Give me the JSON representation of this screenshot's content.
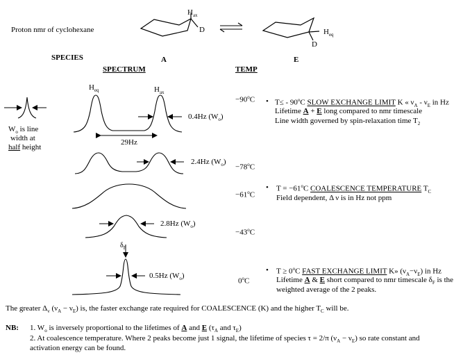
{
  "header": {
    "title": "Proton nmr of cyclohexane",
    "conformer_a_label": "A",
    "conformer_e_label": "E",
    "h_ax_label": "H",
    "h_ax_sub": "ax",
    "h_eq_label": "H",
    "h_eq_sub": "eq",
    "d_label": "D"
  },
  "columns": {
    "species": "SPECIES",
    "spectrum": "SPECTRUM",
    "temp": "TEMP"
  },
  "linewidth_note": {
    "line1_pre": "W",
    "line1_sub": "o",
    "line1_post": " is line",
    "line2": "width at",
    "line3_u": "half",
    "line3_post": " height"
  },
  "spectra": [
    {
      "temp": "−90",
      "temp_unit": "o",
      "temp_c": "C",
      "peak_label_left": "H",
      "peak_label_left_sub": "eq",
      "peak_label_right": "H",
      "peak_label_right_sub": "ax",
      "width_value": "0.4Hz (W",
      "width_sub": "o",
      "width_close": ")",
      "separation": "29Hz",
      "bullet": "•",
      "line1_pre": "T≤ - 90",
      "line1_sup": "o",
      "line1_c": "C ",
      "line1_u": "SLOW EXCHANGE LIMIT",
      "line1_post": "  K « ν",
      "line1_sub_a": "A",
      "line1_mid": " - ν",
      "line1_sub_b": "E",
      "line1_end": " in Hz",
      "line2_pre": "Lifetime ",
      "line2_a": "A",
      "line2_mid": " + ",
      "line2_e": "E",
      "line2_post": " long compared to nmr timescale",
      "line3": "Line width governed by spin-relaxation time T",
      "line3_sub": "2"
    },
    {
      "temp": "−78",
      "temp_unit": "o",
      "temp_c": "C",
      "width_value": "2.4Hz (W",
      "width_sub": "o",
      "width_close": ")"
    },
    {
      "temp": "−61",
      "temp_unit": "o",
      "temp_c": "C",
      "bullet": "•",
      "line1_pre": "T = −61",
      "line1_sup": "o",
      "line1_c": "C ",
      "line1_u": "COALESCENCE TEMPERATURE",
      "line1_post": " T",
      "line1_sub": "C",
      "line2": "Field dependent, Δ ν is in Hz not ppm"
    },
    {
      "temp": "−43",
      "temp_unit": "o",
      "temp_c": "C",
      "width_value": "2.8Hz (W",
      "width_sub": "o",
      "width_close": ")"
    },
    {
      "temp": "0",
      "temp_unit": "o",
      "temp_c": "C",
      "peak_label": "δ",
      "peak_label_sub": "F",
      "width_value": "0.5Hz (W",
      "width_sub": "o",
      "width_close": ")",
      "bullet": "•",
      "line1_pre": "T ≥ 0",
      "line1_sup": "o",
      "line1_c": "C ",
      "line1_u": "FAST EXCHANGE LIMIT",
      "line1_post": " K» (ν",
      "line1_sub_a": "A",
      "line1_mid": "−ν",
      "line1_sub_b": "E",
      "line1_end": ") in Hz",
      "line2_pre": "Lifetime ",
      "line2_a": "A",
      "line2_amp": " & ",
      "line2_e": "E",
      "line2_post": " short compared to nmr timescale δ",
      "line2_sub": "F",
      "line2_end": " is the",
      "line3": "weighted average of the 2 peaks."
    }
  ],
  "summary": {
    "pre": "The greater Δ",
    "sub1": "v",
    "mid1": " (ν",
    "sub2": "A",
    "mid2": " − ν",
    "sub3": "E",
    "post": ") is, the faster exchange rate required for COALESCENCE (K) and the higher T",
    "sub4": "C",
    "end": " will be."
  },
  "notes": {
    "label": "NB:",
    "n1_pre": "1.  W",
    "n1_sub": "o",
    "n1_mid": " is inversely proportional to the lifetimes of ",
    "n1_a": "A",
    "n1_and": " and ",
    "n1_e": "E",
    "n1_paren": " (τ",
    "n1_sub_a": "A",
    "n1_and2": " and τ",
    "n1_sub_e": "E",
    "n1_end": ")",
    "n2_line1_pre": "2.  At coalescence temperature.  Where 2 peaks become just 1 signal, the lifetime of species τ = 2/π (ν",
    "n2_sub_a": "A",
    "n2_mid": " − ν",
    "n2_sub_e": "E",
    "n2_post": ") so rate constant and",
    "n2_line2": "activation energy can be found."
  }
}
